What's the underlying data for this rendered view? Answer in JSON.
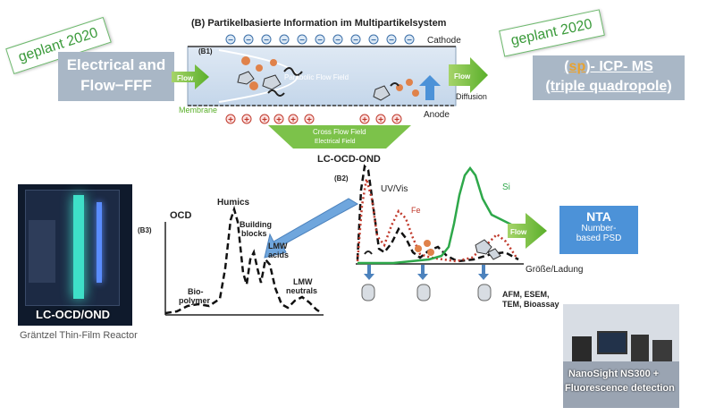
{
  "top": {
    "section_title": "(B)  Partikelbasierte Information  im Multipartikelsystem",
    "b1_label": "(B1)",
    "cathode": "Cathode",
    "anode": "Anode",
    "membrane": "Membrane",
    "flow_in": "Flow",
    "flow_out": "Flow",
    "parabolic": "Parabolic Flow Field",
    "diffusion": "Diffusion",
    "cross_flow": "Cross Flow Field",
    "electrical_field": "Electrical Field",
    "minus_sign": "−",
    "plus_sign": "+"
  },
  "left_stamp": "geplant 2020",
  "right_stamp": "geplant 2020",
  "left_box": {
    "line1": "Electrical and",
    "line2": "Flow−FFF"
  },
  "right_box": {
    "sp": "sp",
    "open_paren": "(",
    "line1_rest": ")- ICP- MS",
    "line2": "(triple quadropole)"
  },
  "lcocd_title": "LC-OCD-OND",
  "b3": {
    "label": "(B3)",
    "ocd": "OCD",
    "humics": "Humics",
    "building": "Building",
    "blocks": "blocks",
    "lmw_acids_1": "LMW",
    "lmw_acids_2": "acids",
    "lmw_neutrals_1": "LMW",
    "lmw_neutrals_2": "neutrals",
    "biopolymer_1": "Bio-",
    "biopolymer_2": "polymer"
  },
  "b2": {
    "label": "(B2)",
    "uvvis": "UV/Vis",
    "fe": "Fe",
    "si": "Si",
    "size_charge": "Größe/Ladung",
    "arrow_label": "LC-OCD-OND",
    "flow": "Flow",
    "methods_1": "AFM, ESEM,",
    "methods_2": "TEM, Bioassay"
  },
  "nta": {
    "title": "NTA",
    "line1": "Number-",
    "line2": "based PSD"
  },
  "photo_left": {
    "label": "LC-OCD/OND",
    "caption": "Gräntzel Thin-Film Reactor"
  },
  "photo_right": {
    "line1": "NanoSight NS300 +",
    "line2": "Fluorescence detection"
  },
  "colors": {
    "green": "#5aaf2a",
    "blue_box": "#4c92d8",
    "red_curve": "#c0392b",
    "green_curve": "#2ea84a",
    "grey_box": "#a9b7c6"
  }
}
